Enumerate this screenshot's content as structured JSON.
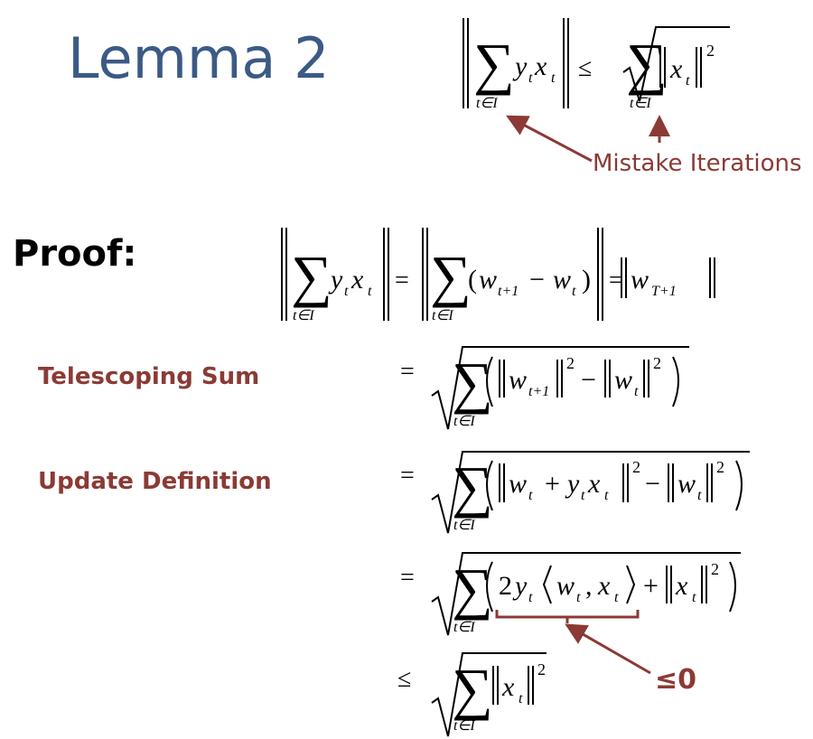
{
  "slide": {
    "title": "Lemma 2",
    "proof_label": "Proof:",
    "annotation_mistake": "Mistake Iterations",
    "step_labels": [
      "Telescoping Sum",
      "Update Definition"
    ],
    "annotation_le0": "≤0"
  },
  "math": {
    "sum_index": "t∈I",
    "relation_le": "≤",
    "relation_eq": "=",
    "square": "2",
    "var_y": "y",
    "var_x": "x",
    "var_w": "w",
    "sub_t": "t",
    "sub_t1": "t+1",
    "sub_T1": "T+1",
    "coef_two": "2"
  },
  "colors": {
    "title": "#3b5a86",
    "annotation": "#8b3a35",
    "math": "#000000"
  }
}
